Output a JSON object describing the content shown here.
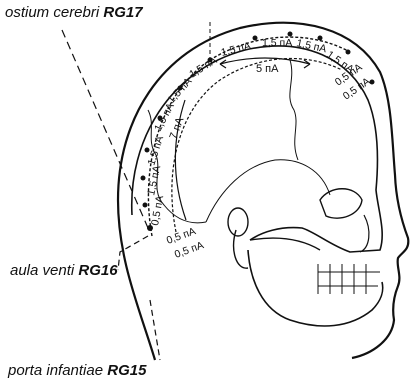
{
  "labels": {
    "top": {
      "name": "ostium cerebri",
      "code": "RG17"
    },
    "middle": {
      "name": "aula venti",
      "code": "RG16"
    },
    "bottom": {
      "name": "porta infantiae",
      "code": "RG15"
    }
  },
  "measurements": {
    "arc_outer": [
      "0,5 пА",
      "1,5 пА",
      "1,5 пА",
      "1,5 пА",
      "1,5 пА",
      "1,5 пА",
      "1,5 пА",
      "1,5 пА",
      "1,5 пА",
      "1,5 пА"
    ],
    "arc_back_inner": [
      "0,5 пА",
      "0,5 пА"
    ],
    "front_inner": [
      "0,5 пА",
      "0,5 пА"
    ],
    "span_top": "5 пА",
    "span_back": "7 пА"
  }
}
